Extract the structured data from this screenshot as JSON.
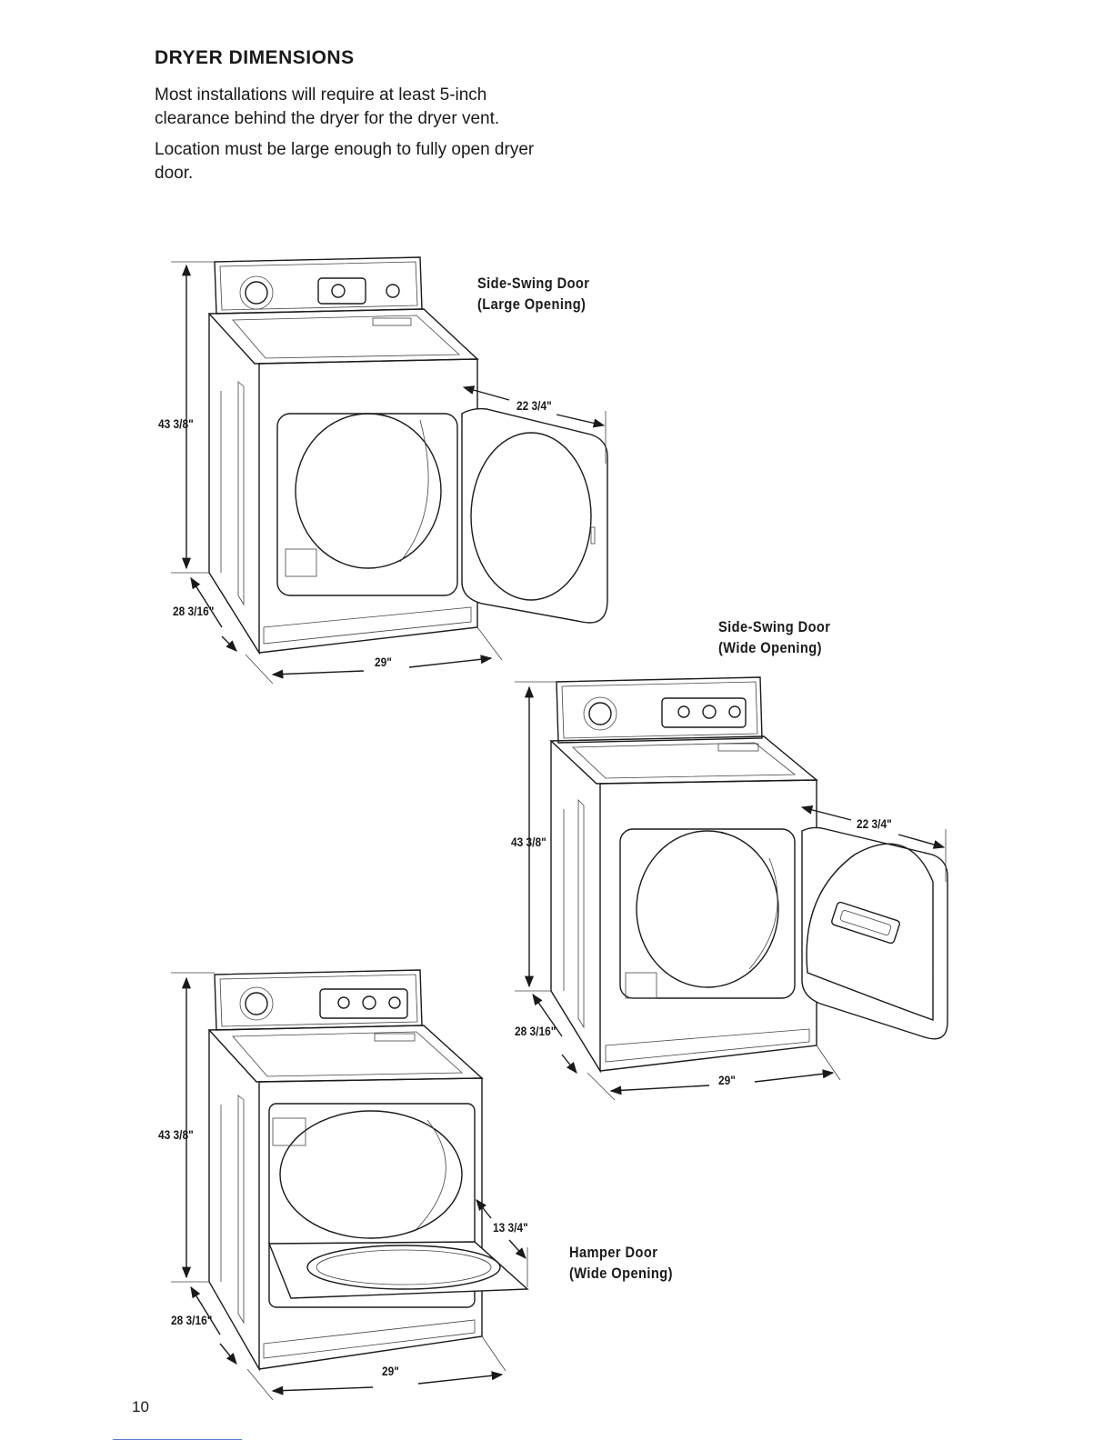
{
  "heading": "DRYER DIMENSIONS",
  "intro": {
    "p1": "Most installations will require at least 5-inch clearance behind the dryer for the dryer vent.",
    "p2": "Location must be large enough to fully open dryer door."
  },
  "figures": {
    "large_opening": {
      "caption_line1": "Side-Swing Door",
      "caption_line2": "(Large Opening)",
      "height": "43 3/8\"",
      "depth": "28 3/16\"",
      "width": "29\"",
      "door_swing": "22 3/4\""
    },
    "wide_opening": {
      "caption_line1": "Side-Swing Door",
      "caption_line2": "(Wide Opening)",
      "height": "43 3/8\"",
      "depth": "28 3/16\"",
      "width": "29\"",
      "door_swing": "22 3/4\""
    },
    "hamper_door": {
      "caption_line1": "Hamper Door",
      "caption_line2": "(Wide Opening)",
      "height": "43 3/8\"",
      "depth": "28 3/16\"",
      "width": "29\"",
      "door_drop": "13 3/4\""
    }
  },
  "page_number": "10"
}
